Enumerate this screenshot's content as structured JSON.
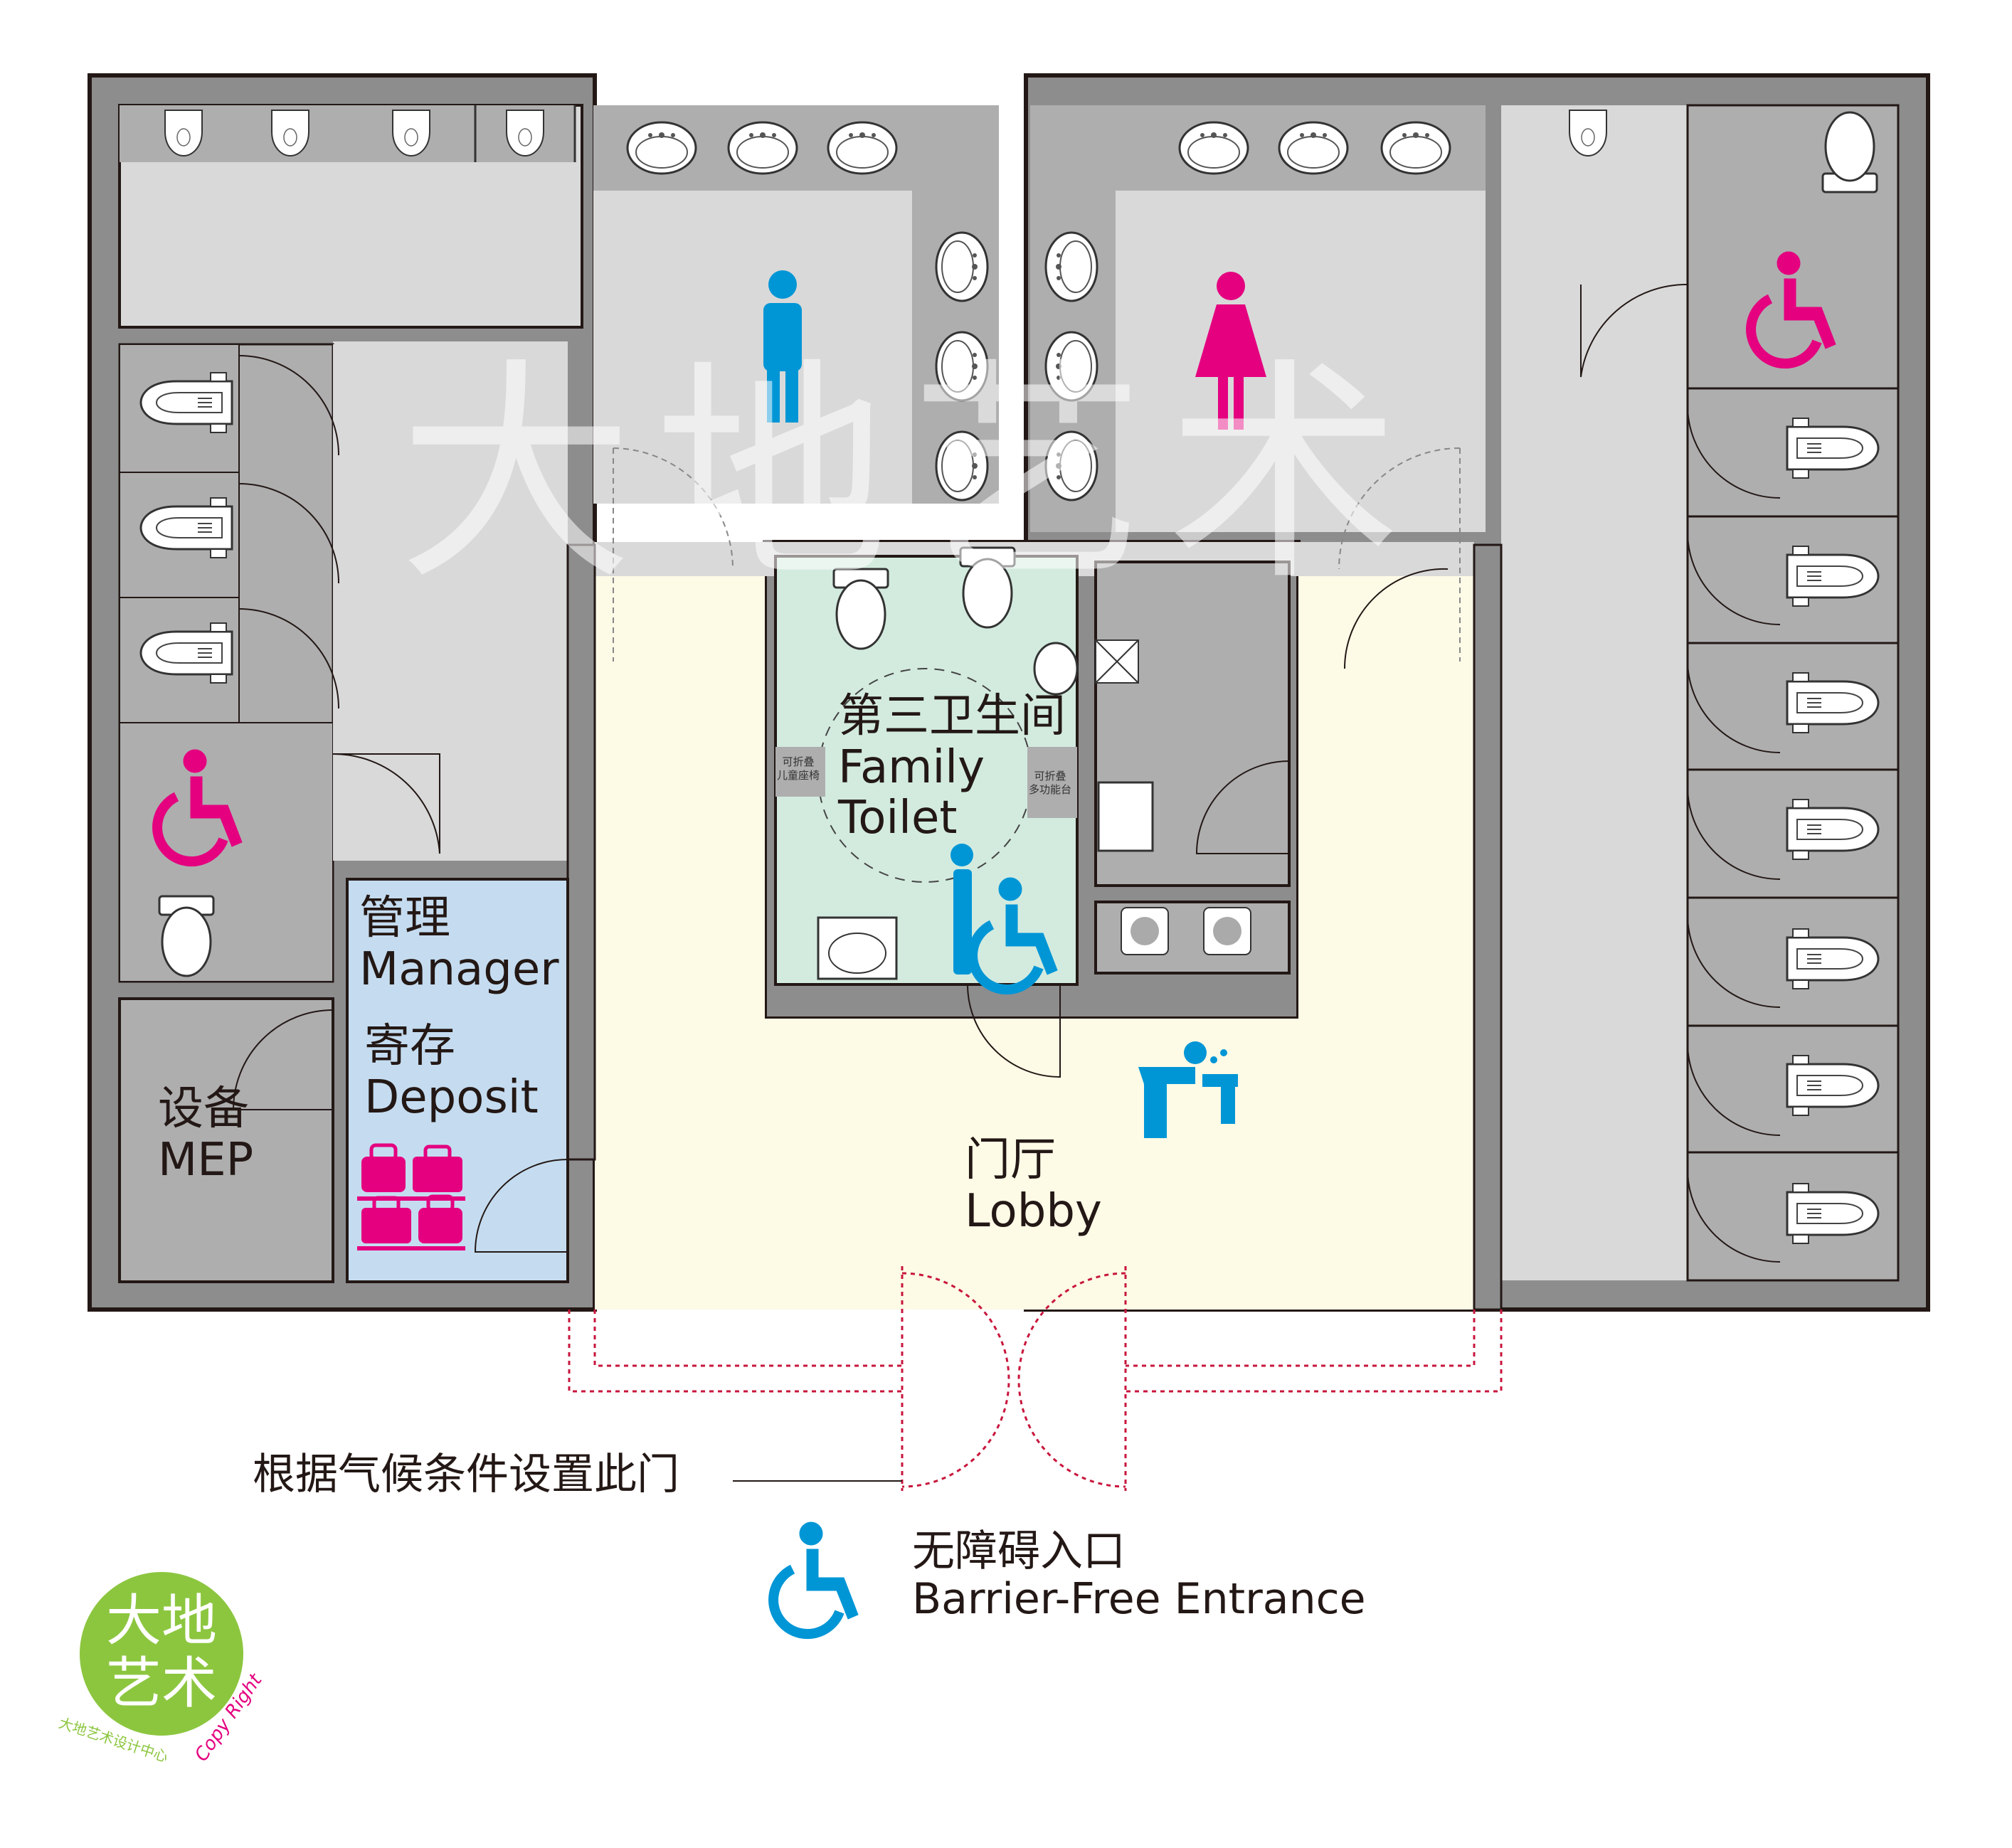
{
  "labels": {
    "family_toilet_cn": "第三卫生间",
    "family_toilet_en1": "Family",
    "family_toilet_en2": "Toilet",
    "manager_cn": "管理",
    "manager_en": "Manager",
    "deposit_cn": "寄存",
    "deposit_en": "Deposit",
    "mep_cn": "设备",
    "mep_en": "MEP",
    "lobby_cn": "门厅",
    "lobby_en": "Lobby",
    "fold_child_seat_1": "可折叠",
    "fold_child_seat_2": "儿童座椅",
    "fold_table_1": "可折叠",
    "fold_table_2": "多功能台",
    "climate_door_note": "根据气候条件设置此门",
    "entrance_cn": "无障碍入口",
    "entrance_en": "Barrier-Free Entrance"
  },
  "watermark": "大地艺术",
  "logo": {
    "line1": "大地",
    "line2": "艺术",
    "sub": "大地艺术设计中心",
    "copy": "Copy Right"
  },
  "icons": {
    "men": "male-person-icon",
    "women": "female-person-icon",
    "accessible": "wheelchair-icon",
    "family": "adult-with-wheelchair-icon",
    "drinking": "drinking-fountain-icon",
    "luggage": "luggage-icon"
  },
  "colors": {
    "wall": "#8d8d8e",
    "wall_stroke": "#231815",
    "floor": "#d9d9d9",
    "stall": "#aeaeaf",
    "family_room": "#d3ebdf",
    "manager_room": "#c5dcf0",
    "lobby": "#fdfae6",
    "men_blue": "#0096d6",
    "women_pink": "#e4007f",
    "door_red": "#c8163c",
    "logo_green": "#8cc63f"
  }
}
